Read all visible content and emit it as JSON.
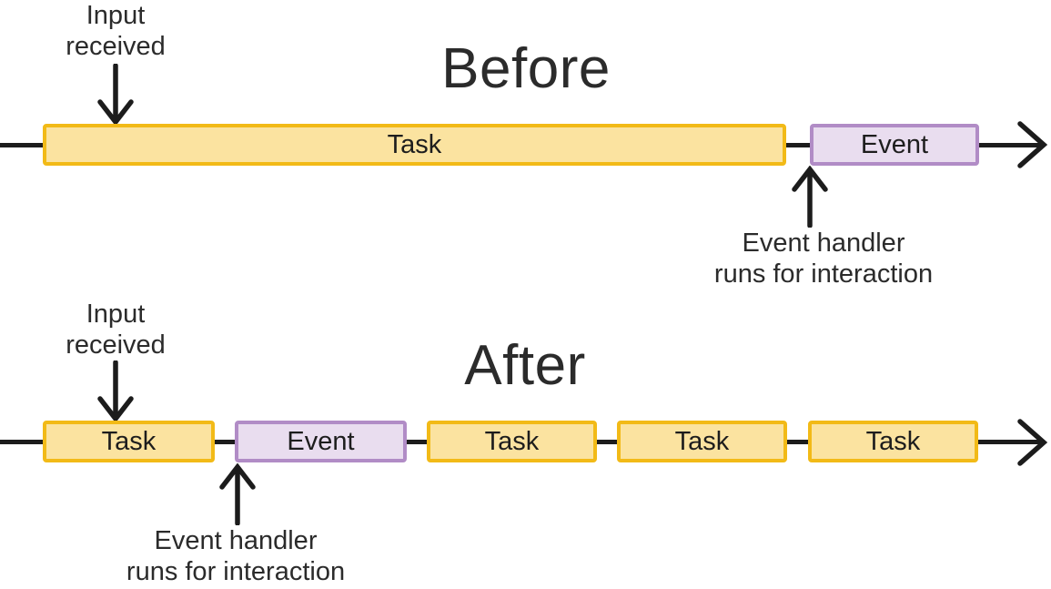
{
  "diagram": {
    "before": {
      "title": "Before",
      "input_label": "Input\nreceived",
      "handler_label": "Event handler\nruns for interaction",
      "blocks": [
        {
          "type": "task",
          "label": "Task"
        },
        {
          "type": "event",
          "label": "Event"
        }
      ]
    },
    "after": {
      "title": "After",
      "input_label": "Input\nreceived",
      "handler_label": "Event handler\nruns for interaction",
      "blocks": [
        {
          "type": "task",
          "label": "Task"
        },
        {
          "type": "event",
          "label": "Event"
        },
        {
          "type": "task",
          "label": "Task"
        },
        {
          "type": "task",
          "label": "Task"
        },
        {
          "type": "task",
          "label": "Task"
        }
      ]
    },
    "colors": {
      "task_fill": "#FBE3A0",
      "task_border": "#F2BA17",
      "event_fill": "#E9DDEF",
      "event_border": "#B18CC6",
      "line": "#1C1C1C",
      "text": "#2B2B2B"
    }
  }
}
